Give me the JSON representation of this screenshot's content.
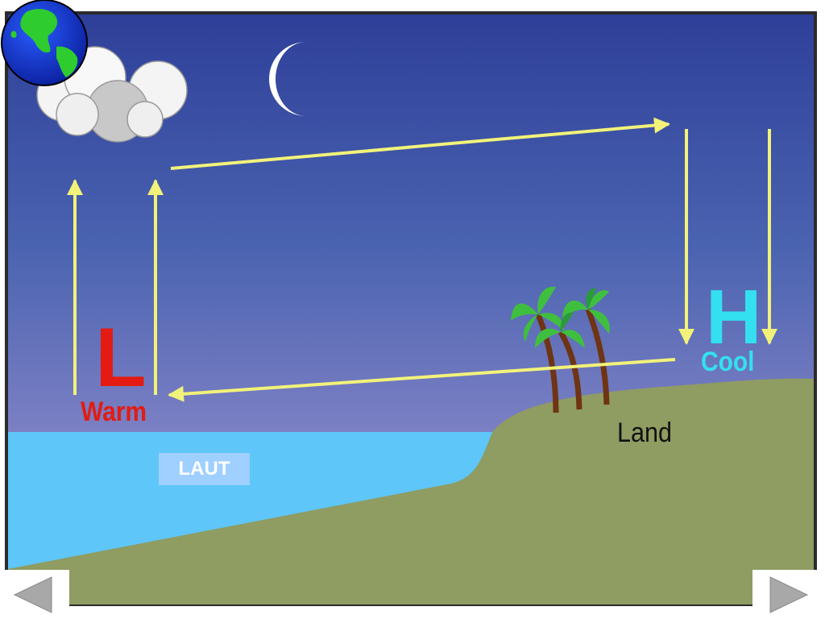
{
  "labels": {
    "low": "L",
    "warm": "Warm",
    "high": "H",
    "cool": "Cool",
    "land": "Land",
    "sea": "LAUT"
  },
  "colors": {
    "sky_top": "#2e3f99",
    "sky_bottom": "#7c80c4",
    "sea": "#5ec6f8",
    "land": "#8f9c62",
    "arrow": "#f2f27a",
    "warm_label": "#e31b12",
    "cool_label": "#34e0f0"
  },
  "icons": {
    "earth": "globe-icon",
    "moon": "crescent-moon-icon",
    "cloud": "cloud-icon",
    "palm": "palm-tree-icon",
    "prev": "triangle-left-icon",
    "next": "triangle-right-icon"
  }
}
